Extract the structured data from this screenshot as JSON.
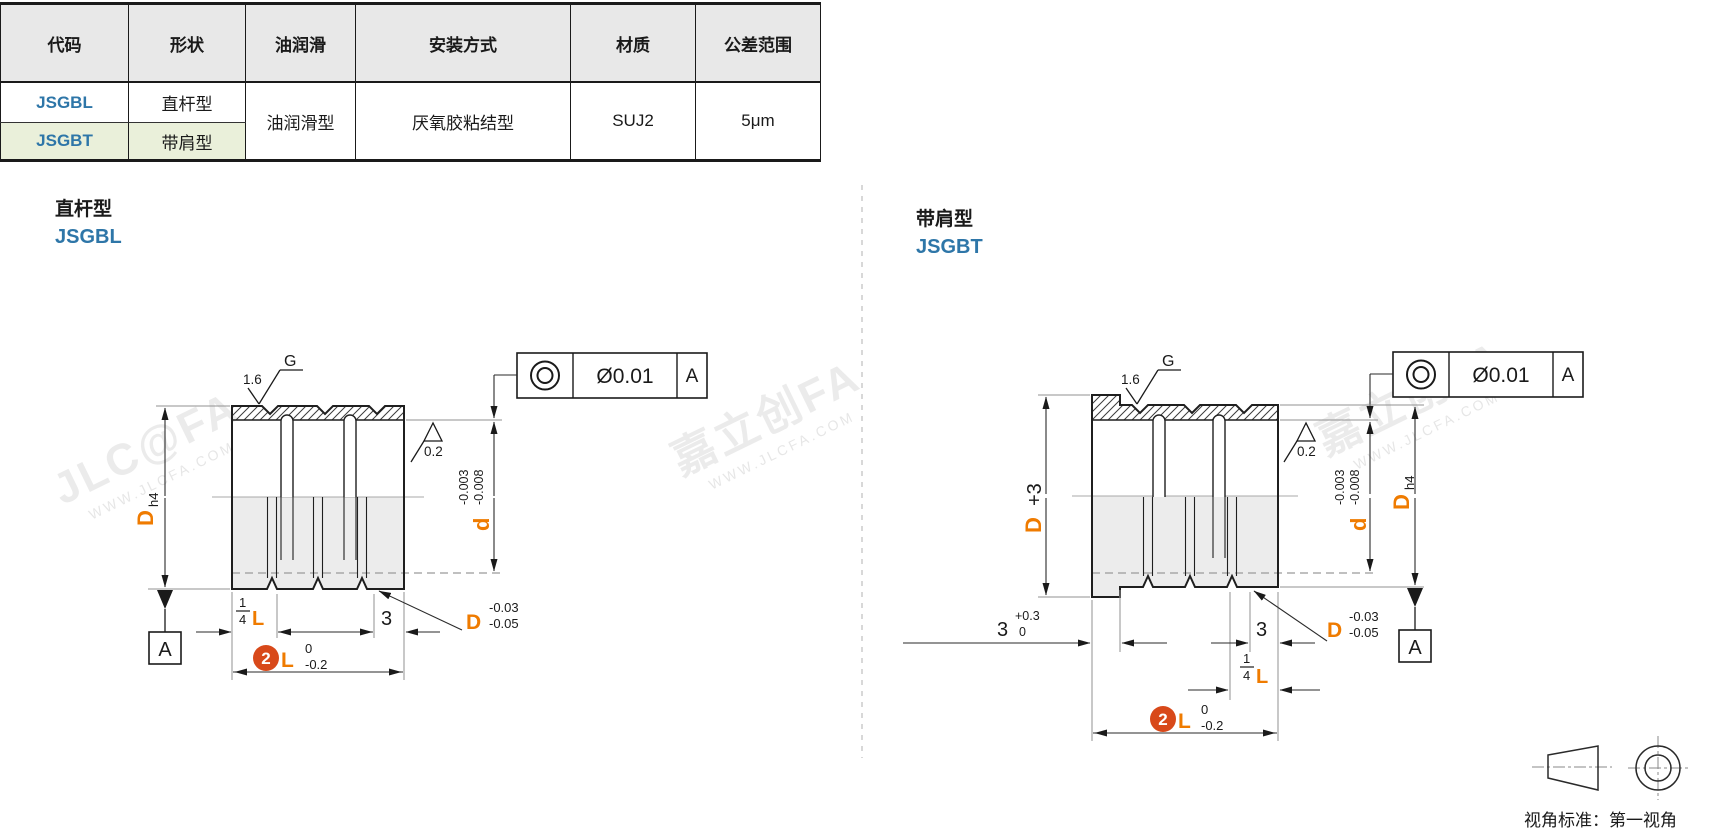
{
  "colors": {
    "accent_blue": "#2e76a8",
    "accent_orange": "#ef7b00",
    "badge_orange": "#d8491a",
    "row_highlight": "#eaf0da",
    "header_bg": "#e8e8e8"
  },
  "table": {
    "headers": [
      "代码",
      "形状",
      "油润滑",
      "安装方式",
      "材质",
      "公差范围"
    ],
    "rows": [
      {
        "code": "JSGBL",
        "shape": "直杆型"
      },
      {
        "code": "JSGBT",
        "shape": "带肩型"
      }
    ],
    "lubrication": "油润滑型",
    "mounting": "厌氧胶粘结型",
    "material": "SUJ2",
    "tolerance": "5μm"
  },
  "sections": {
    "left": {
      "title": "直杆型",
      "code": "JSGBL"
    },
    "right": {
      "title": "带肩型",
      "code": "JSGBT"
    }
  },
  "dims": {
    "D": "D",
    "h4": "h4",
    "d": "d",
    "plus3": "+3",
    "d_tol_up": "-0.003",
    "d_tol_dn": "-0.008",
    "D_tol_up": "-0.03",
    "D_tol_dn": "-0.05",
    "L": "L",
    "L_num": "2",
    "L_tol_up": "0",
    "L_tol_dn": "-0.2",
    "frac_num": "1",
    "frac_den": "4",
    "end3": "3",
    "sh3": "3",
    "sh_tol_up": "+0.3",
    "sh_tol_dn": "0",
    "G": "G",
    "r16": "1.6",
    "r02": "0.2",
    "conc_tol": "Ø0.01",
    "datum": "A"
  },
  "footer": {
    "view_standard": "视角标准：第一视角"
  },
  "watermark": {
    "brand": "嘉立创FA",
    "latin": "JLC@FA",
    "url": "WWW.JLCFA.COM"
  }
}
